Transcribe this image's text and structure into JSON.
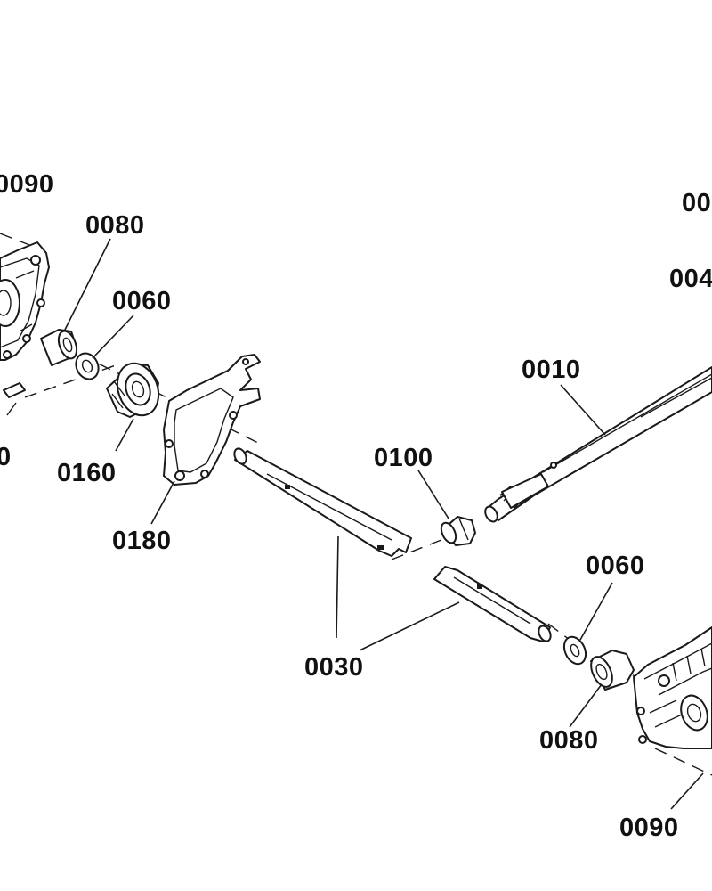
{
  "callouts": [
    {
      "id": "c-0090-top",
      "text": "0090"
    },
    {
      "id": "c-0080-top",
      "text": "0080"
    },
    {
      "id": "c-0060-top",
      "text": "0060"
    },
    {
      "id": "c-0160",
      "text": "0160"
    },
    {
      "id": "c-0180",
      "text": "0180"
    },
    {
      "id": "c-left-partial",
      "text": "0"
    },
    {
      "id": "c-0030",
      "text": "0030"
    },
    {
      "id": "c-0100",
      "text": "0100"
    },
    {
      "id": "c-0010",
      "text": "0010"
    },
    {
      "id": "c-00-right",
      "text": "00"
    },
    {
      "id": "c-004-right",
      "text": "004"
    },
    {
      "id": "c-0060-bottom",
      "text": "0060"
    },
    {
      "id": "c-0080-bottom",
      "text": "0080"
    },
    {
      "id": "c-0090-bottom",
      "text": "0090"
    }
  ]
}
